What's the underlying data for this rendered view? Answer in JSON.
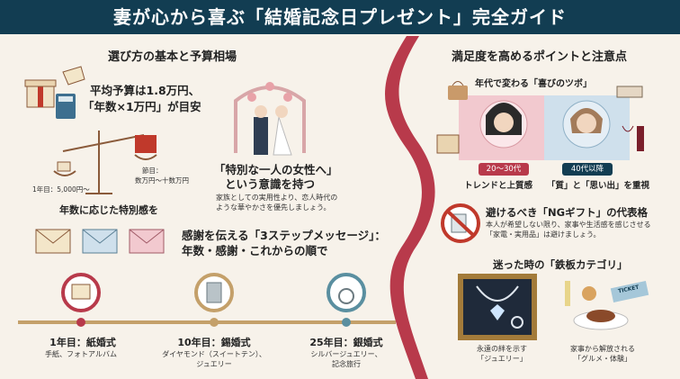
{
  "header": {
    "title": "妻が心から喜ぶ「結婚記念日プレゼント」完全ガイド"
  },
  "left": {
    "section_title": "選び方の基本と予算相場",
    "budget_line1": "平均予算は1.8万円、",
    "budget_line2": "「年数×1万円」が目安",
    "scale_left": "1年目：5,000円〜",
    "scale_right_1": "節目：",
    "scale_right_2": "数万円〜十数万円",
    "special": "年数に応じた特別感を",
    "woman_line1": "「特別な一人の女性へ」",
    "woman_line2": "という意識を持つ",
    "woman_note1": "家族としての実用性より、恋人時代の",
    "woman_note2": "ような華やかさを優先しましょう。",
    "msg_line1": "感謝を伝える「3ステップメッセージ」：",
    "msg_line2": "年数・感謝・これからの順で",
    "timeline": [
      {
        "title": "1年目：紙婚式",
        "desc1": "手紙、フォトアルバム",
        "desc2": ""
      },
      {
        "title": "10年目：錫婚式",
        "desc1": "ダイヤモンド（スイートテン）、",
        "desc2": "ジュエリー"
      },
      {
        "title": "25年目：銀婚式",
        "desc1": "シルバージュエリー、",
        "desc2": "記念旅行"
      }
    ]
  },
  "right": {
    "section_title": "満足度を高めるポイントと注意点",
    "age_title": "年代で変わる「喜びのツボ」",
    "badge_young": "20〜30代",
    "badge_old": "40代以降",
    "young_text": "トレンドと上質感",
    "old_text": "「質」と「思い出」を重視",
    "ng_title": "避けるべき「NGギフト」の代表格",
    "ng_note1": "本人が希望しない限り、家事や生活感を感じさせる",
    "ng_note2": "「家電・実用品」は避けましょう。",
    "lost_title": "迷った時の「鉄板カテゴリ」",
    "jewelry_1": "永遠の絆を示す",
    "jewelry_2": "「ジュエリー」",
    "gourmet_1": "家事から解放される",
    "gourmet_2": "「グルメ・体験」",
    "ticket": "TICKET"
  },
  "colors": {
    "navy": "#123d52",
    "ribbon": "#b83a4b",
    "paper": "#f7f2ea",
    "pink": "#f2c9cf",
    "blue": "#cfe0ec"
  }
}
